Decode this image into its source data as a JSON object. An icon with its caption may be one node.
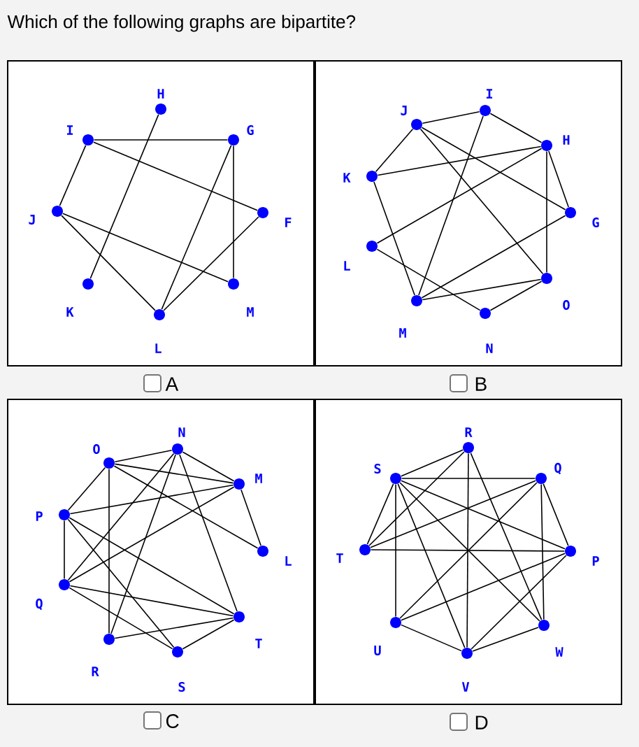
{
  "diagram": {
    "title": "Which of the following graphs are bipartite?",
    "nodes": [
      {
        "text": [],
        "shape": "box",
        "beside": [
          "A"
        ]
      },
      {
        "text": [],
        "shape": "circle",
        "beside": [
          "H"
        ],
        "in": 0
      },
      {
        "text": [],
        "shape": "circle",
        "beside": [
          "I"
        ],
        "in": 0
      },
      {
        "text": [],
        "shape": "circle",
        "beside": [
          "G"
        ],
        "in": 0
      },
      {
        "text": [],
        "shape": "circle",
        "beside": [
          "J"
        ],
        "in": 0
      },
      {
        "text": [],
        "shape": "circle",
        "beside": [
          "F"
        ],
        "in": 0
      },
      {
        "text": [],
        "shape": "circle",
        "beside": [
          "K"
        ],
        "in": 0
      },
      {
        "text": [],
        "shape": "circle",
        "beside": [
          "M"
        ],
        "in": 0
      },
      {
        "text": [],
        "shape": "circle",
        "beside": [
          "L"
        ],
        "in": 0
      },
      {
        "text": [],
        "shape": "box",
        "beside": [
          "B"
        ]
      },
      {
        "text": [],
        "shape": "circle",
        "beside": [
          "I"
        ],
        "in": 9
      },
      {
        "text": [],
        "shape": "circle",
        "beside": [
          "J"
        ],
        "in": 9
      },
      {
        "text": [],
        "shape": "circle",
        "beside": [
          "H"
        ],
        "in": 9
      },
      {
        "text": [],
        "shape": "circle",
        "beside": [
          "K"
        ],
        "in": 9
      },
      {
        "text": [],
        "shape": "circle",
        "beside": [
          "G"
        ],
        "in": 9
      },
      {
        "text": [],
        "shape": "circle",
        "beside": [
          "L"
        ],
        "in": 9
      },
      {
        "text": [],
        "shape": "circle",
        "beside": [
          "O"
        ],
        "in": 9
      },
      {
        "text": [],
        "shape": "circle",
        "beside": [
          "M"
        ],
        "in": 9
      },
      {
        "text": [],
        "shape": "circle",
        "beside": [
          "N"
        ],
        "in": 9
      },
      {
        "text": [],
        "shape": "box",
        "beside": [
          "C"
        ]
      },
      {
        "text": [],
        "shape": "circle",
        "beside": [
          "N"
        ],
        "in": 19
      },
      {
        "text": [],
        "shape": "circle",
        "beside": [
          "O"
        ],
        "in": 19
      },
      {
        "text": [],
        "shape": "circle",
        "beside": [
          "M"
        ],
        "in": 19
      },
      {
        "text": [],
        "shape": "circle",
        "beside": [
          "P"
        ],
        "in": 19
      },
      {
        "text": [],
        "shape": "circle",
        "beside": [
          "L"
        ],
        "in": 19
      },
      {
        "text": [],
        "shape": "circle",
        "beside": [
          "Q"
        ],
        "in": 19
      },
      {
        "text": [],
        "shape": "circle",
        "beside": [
          "T"
        ],
        "in": 19
      },
      {
        "text": [],
        "shape": "circle",
        "beside": [
          "R"
        ],
        "in": 19
      },
      {
        "text": [],
        "shape": "circle",
        "beside": [
          "S"
        ],
        "in": 19
      },
      {
        "text": [],
        "shape": "box",
        "beside": [
          "D"
        ]
      },
      {
        "text": [],
        "shape": "circle",
        "beside": [
          "R"
        ],
        "in": 29
      },
      {
        "text": [],
        "shape": "circle",
        "beside": [
          "S"
        ],
        "in": 29
      },
      {
        "text": [],
        "shape": "circle",
        "beside": [
          "Q"
        ],
        "in": 29
      },
      {
        "text": [],
        "shape": "circle",
        "beside": [
          "T"
        ],
        "in": 29
      },
      {
        "text": [],
        "shape": "circle",
        "beside": [
          "P"
        ],
        "in": 29
      },
      {
        "text": [],
        "shape": "circle",
        "beside": [
          "U"
        ],
        "in": 29
      },
      {
        "text": [],
        "shape": "circle",
        "beside": [
          "W"
        ],
        "in": 29
      },
      {
        "text": [],
        "shape": "circle",
        "beside": [
          "V"
        ],
        "in": 29
      }
    ],
    "edges": [
      {
        "from": 2,
        "to": 3,
        "arrow": "none"
      },
      {
        "from": 2,
        "to": 5,
        "arrow": "none"
      },
      {
        "from": 2,
        "to": 4,
        "arrow": "none"
      },
      {
        "from": 1,
        "to": 6,
        "arrow": "none"
      },
      {
        "from": 3,
        "to": 8,
        "arrow": "none"
      },
      {
        "from": 3,
        "to": 7,
        "arrow": "none"
      },
      {
        "from": 4,
        "to": 7,
        "arrow": "none"
      },
      {
        "from": 4,
        "to": 8,
        "arrow": "none"
      },
      {
        "from": 5,
        "to": 8,
        "arrow": "none"
      },
      {
        "from": 11,
        "to": 10,
        "arrow": "none"
      },
      {
        "from": 10,
        "to": 12,
        "arrow": "none"
      },
      {
        "from": 10,
        "to": 17,
        "arrow": "none"
      },
      {
        "from": 11,
        "to": 13,
        "arrow": "none"
      },
      {
        "from": 11,
        "to": 14,
        "arrow": "none"
      },
      {
        "from": 11,
        "to": 16,
        "arrow": "none"
      },
      {
        "from": 12,
        "to": 13,
        "arrow": "none"
      },
      {
        "from": 12,
        "to": 14,
        "arrow": "none"
      },
      {
        "from": 12,
        "to": 15,
        "arrow": "none"
      },
      {
        "from": 12,
        "to": 16,
        "arrow": "none"
      },
      {
        "from": 13,
        "to": 17,
        "arrow": "none"
      },
      {
        "from": 14,
        "to": 17,
        "arrow": "none"
      },
      {
        "from": 15,
        "to": 18,
        "arrow": "none"
      },
      {
        "from": 16,
        "to": 17,
        "arrow": "none"
      },
      {
        "from": 16,
        "to": 18,
        "arrow": "none"
      },
      {
        "from": 21,
        "to": 20,
        "arrow": "none"
      },
      {
        "from": 20,
        "to": 22,
        "arrow": "none"
      },
      {
        "from": 20,
        "to": 25,
        "arrow": "none"
      },
      {
        "from": 20,
        "to": 27,
        "arrow": "none"
      },
      {
        "from": 20,
        "to": 26,
        "arrow": "none"
      },
      {
        "from": 21,
        "to": 22,
        "arrow": "none"
      },
      {
        "from": 21,
        "to": 24,
        "arrow": "none"
      },
      {
        "from": 21,
        "to": 23,
        "arrow": "none"
      },
      {
        "from": 21,
        "to": 27,
        "arrow": "none"
      },
      {
        "from": 22,
        "to": 23,
        "arrow": "none"
      },
      {
        "from": 22,
        "to": 24,
        "arrow": "none"
      },
      {
        "from": 22,
        "to": 25,
        "arrow": "none"
      },
      {
        "from": 23,
        "to": 25,
        "arrow": "none"
      },
      {
        "from": 23,
        "to": 26,
        "arrow": "none"
      },
      {
        "from": 23,
        "to": 28,
        "arrow": "none"
      },
      {
        "from": 25,
        "to": 26,
        "arrow": "none"
      },
      {
        "from": 25,
        "to": 28,
        "arrow": "none"
      },
      {
        "from": 27,
        "to": 26,
        "arrow": "none"
      },
      {
        "from": 28,
        "to": 26,
        "arrow": "none"
      },
      {
        "from": 30,
        "to": 31,
        "arrow": "none"
      },
      {
        "from": 30,
        "to": 33,
        "arrow": "none"
      },
      {
        "from": 30,
        "to": 37,
        "arrow": "none"
      },
      {
        "from": 30,
        "to": 36,
        "arrow": "none"
      },
      {
        "from": 31,
        "to": 32,
        "arrow": "none"
      },
      {
        "from": 31,
        "to": 33,
        "arrow": "none"
      },
      {
        "from": 31,
        "to": 35,
        "arrow": "none"
      },
      {
        "from": 31,
        "to": 37,
        "arrow": "none"
      },
      {
        "from": 31,
        "to": 34,
        "arrow": "none"
      },
      {
        "from": 31,
        "to": 36,
        "arrow": "none"
      },
      {
        "from": 32,
        "to": 33,
        "arrow": "none"
      },
      {
        "from": 32,
        "to": 35,
        "arrow": "none"
      },
      {
        "from": 32,
        "to": 34,
        "arrow": "none"
      },
      {
        "from": 32,
        "to": 36,
        "arrow": "none"
      },
      {
        "from": 33,
        "to": 34,
        "arrow": "none"
      },
      {
        "from": 35,
        "to": 34,
        "arrow": "none"
      },
      {
        "from": 35,
        "to": 37,
        "arrow": "none"
      },
      {
        "from": 37,
        "to": 34,
        "arrow": "none"
      },
      {
        "from": 37,
        "to": 36,
        "arrow": "none"
      }
    ]
  }
}
